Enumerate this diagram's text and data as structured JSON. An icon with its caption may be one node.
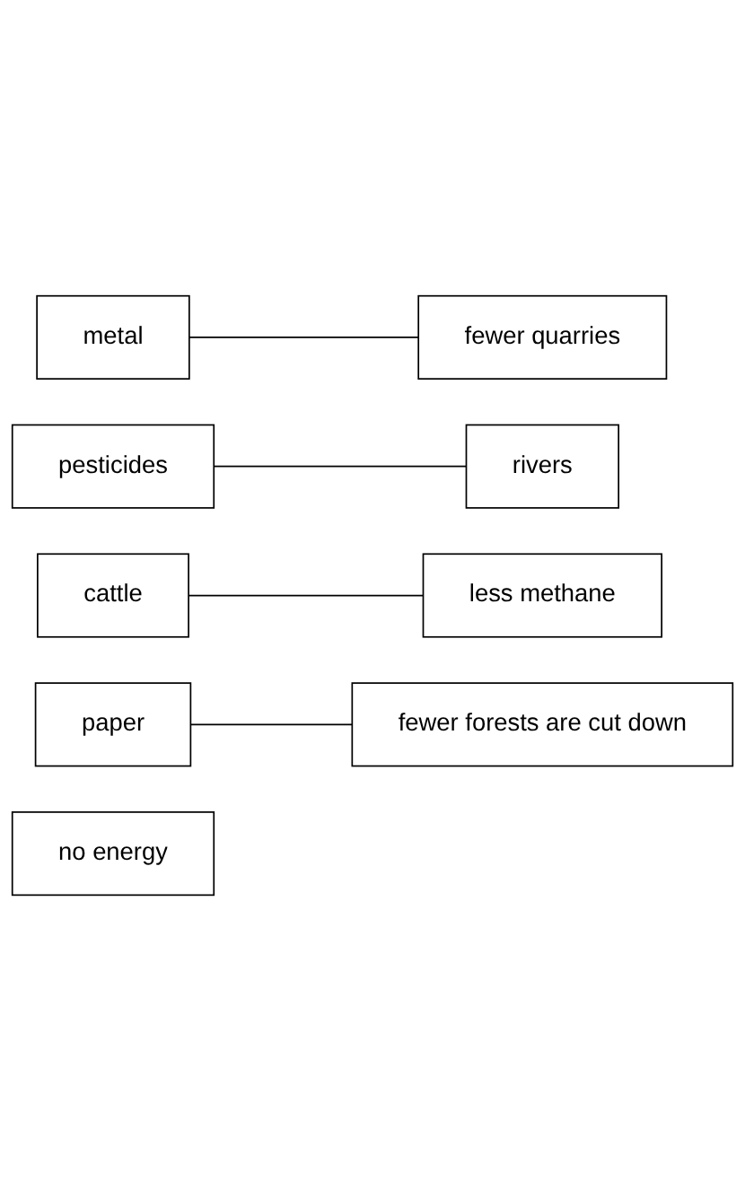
{
  "diagram": {
    "nodes": [
      {
        "text": [
          "metal"
        ]
      },
      {
        "text": [
          "pesticides"
        ]
      },
      {
        "text": [
          "cattle"
        ]
      },
      {
        "text": [
          "paper"
        ]
      },
      {
        "text": [
          "fewer forests are cut down"
        ]
      },
      {
        "text": [
          "less methane"
        ]
      },
      {
        "text": [
          "rivers"
        ]
      },
      {
        "text": [
          "fewer quarries"
        ]
      },
      {
        "text": [
          "no energy"
        ]
      }
    ],
    "edges": [
      {
        "from": 0,
        "to": 7,
        "arrow": "none"
      },
      {
        "from": 1,
        "to": 6,
        "arrow": "none"
      },
      {
        "from": 2,
        "to": 5,
        "arrow": "none"
      },
      {
        "from": 3,
        "to": 4,
        "arrow": "none"
      }
    ]
  }
}
